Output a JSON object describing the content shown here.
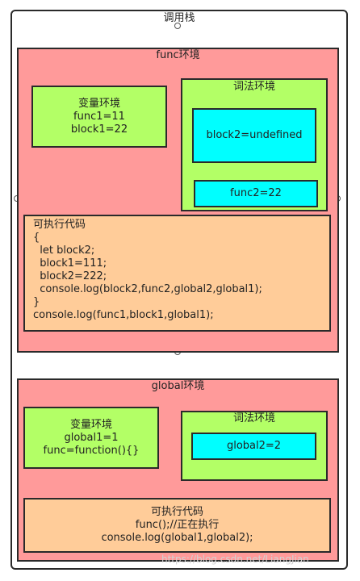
{
  "call_stack": {
    "title": "调用栈"
  },
  "func_env": {
    "title": "func环境",
    "variable_env": {
      "lines": [
        "变量环境",
        "func1=11",
        "block1=22"
      ]
    },
    "lexical_env": {
      "title": "词法环境",
      "block_value": "block2=undefined",
      "func_value": "func2=22"
    },
    "executable_code": {
      "lines": [
        "可执行代码",
        "{",
        "  let block2;",
        "  block1=111;",
        "  block2=222;",
        "  console.log(block2,func2,global2,global1);",
        "}",
        "console.log(func1,block1,global1);"
      ]
    }
  },
  "global_env": {
    "title": "global环境",
    "variable_env": {
      "lines": [
        "变量环境",
        "global1=1",
        "func=function(){}"
      ]
    },
    "lexical_env": {
      "title": "词法环境",
      "value": "global2=2"
    },
    "executable_code": {
      "lines": [
        "可执行代码",
        "func();//正在执行",
        "console.log(global1,global2);"
      ]
    }
  },
  "watermark": "https://blog.csdn.net/LiangJian",
  "colors": {
    "pink": "#ff9a9a",
    "green": "#b3ff66",
    "cyan": "#00ffff",
    "peach": "#ffcc99",
    "border": "#2a2a2a"
  }
}
